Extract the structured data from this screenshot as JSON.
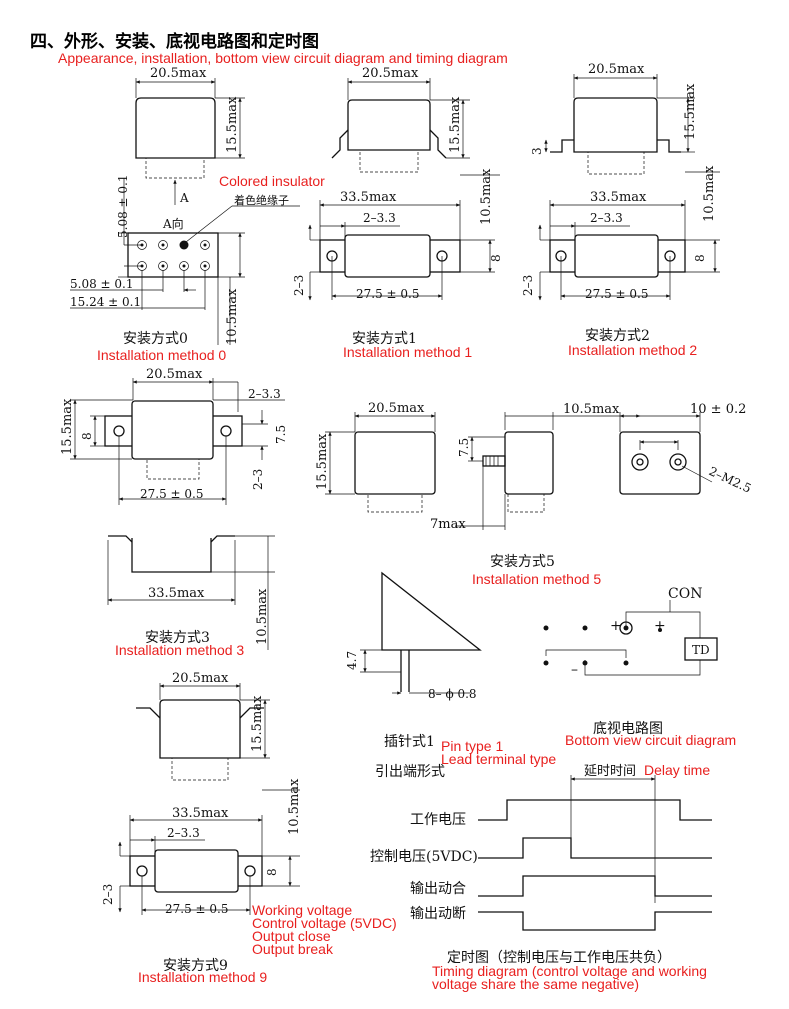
{
  "title": {
    "zh": "四、外形、安装、底视电路图和定时图",
    "en": "Appearance, installation, bottom view circuit diagram and timing diagram"
  },
  "dims": {
    "w205": "20.5max",
    "h155": "15.5max",
    "w335": "33.5max",
    "h105": "10.5max",
    "d233": "2–3.3",
    "d23": "2–3",
    "d275": "27.5 ± 0.5",
    "d8": "8",
    "d75": "7.5",
    "d3": "3",
    "d508": "5.08 ± 0.1",
    "d1524": "15.24 ± 0.1",
    "d7max": "7max",
    "d10": "10 ± 0.2",
    "dM25": "2–M2.5",
    "d47": "4.7",
    "dpin": "8– ϕ 0.8"
  },
  "view_a": {
    "arrow_label": "A",
    "view_label": "A向",
    "insulator_zh": "着色绝缘子",
    "insulator_en": "Colored insulator"
  },
  "methods": {
    "m0": {
      "zh": "安装方式0",
      "en": "Installation method 0"
    },
    "m1": {
      "zh": "安装方式1",
      "en": "Installation method 1"
    },
    "m2": {
      "zh": "安装方式2",
      "en": "Installation method 2"
    },
    "m3": {
      "zh": "安装方式3",
      "en": "Installation method 3"
    },
    "m5": {
      "zh": "安装方式5",
      "en": "Installation method 5"
    },
    "m9": {
      "zh": "安装方式9",
      "en": "Installation method 9"
    }
  },
  "pin": {
    "zh1": "插针式1",
    "en1": "Pin type 1",
    "en2": "Lead terminal type",
    "zh2": "引出端形式"
  },
  "circuit": {
    "con": "CON",
    "td": "TD",
    "plus1": "+",
    "plus2": "+",
    "minus": "–",
    "zh": "底视电路图",
    "en": "Bottom view circuit diagram"
  },
  "timing": {
    "delay_zh": "延时时间",
    "delay_en": "Delay time",
    "work_zh": "工作电压",
    "ctrl_zh": "控制电压(5VDC)",
    "close_zh": "输出动合",
    "break_zh": "输出动断",
    "work_en": "Working voltage",
    "ctrl_en": "Control voltage (5VDC)",
    "close_en": "Output close",
    "break_en": "Output break",
    "caption_zh": "定时图（控制电压与工作电压共负）",
    "caption_en1": "Timing diagram (control voltage and working",
    "caption_en2": "voltage share the same negative)"
  }
}
